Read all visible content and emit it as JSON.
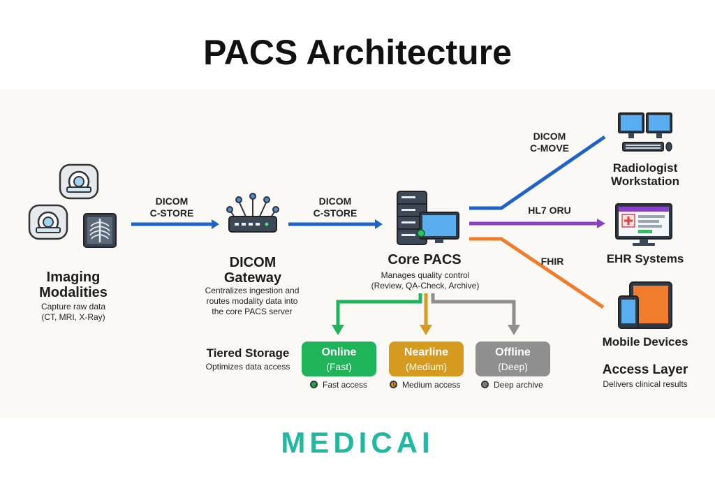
{
  "title": "PACS Architecture",
  "modalities": {
    "name_line1": "Imaging",
    "name_line2": "Modalities",
    "desc_line1": "Capture raw data",
    "desc_line2": "(CT, MRI, X-Ray)"
  },
  "link1": {
    "line1": "DICOM",
    "line2": "C-STORE"
  },
  "gateway": {
    "name_line1": "DICOM",
    "name_line2": "Gateway",
    "desc_line1": "Centralizes ingestion and",
    "desc_line2": "routes modality data into",
    "desc_line3": "the core PACS server"
  },
  "link2": {
    "line1": "DICOM",
    "line2": "C-STORE"
  },
  "core": {
    "name": "Core PACS",
    "desc_line1": "Manages quality control",
    "desc_line2": "(Review, QA-Check, Archive)"
  },
  "outputs": {
    "move_line1": "DICOM",
    "move_line2": "C-MOVE",
    "hl7": "HL7 ORU",
    "fhir": "FHIR"
  },
  "endpoints": {
    "radiologist_line1": "Radiologist",
    "radiologist_line2": "Workstation",
    "ehr": "EHR Systems",
    "mobile": "Mobile Devices"
  },
  "access_layer": {
    "title": "Access Layer",
    "desc": "Delivers clinical results"
  },
  "storage": {
    "title": "Tiered Storage",
    "desc": "Optimizes data access",
    "tiers": [
      {
        "name": "Online",
        "speed": "(Fast)",
        "note": "Fast access",
        "color": "#1fb35a"
      },
      {
        "name": "Nearline",
        "speed": "(Medium)",
        "note": "Medium access",
        "color": "#d59a1e"
      },
      {
        "name": "Offline",
        "speed": "(Deep)",
        "note": "Deep archive",
        "color": "#8f8f8f"
      }
    ]
  },
  "colors": {
    "blue": "#1f63c8",
    "purple": "#8a43c8",
    "orange": "#f07d2c",
    "green": "#1fb35a",
    "amber": "#d59a1e",
    "gray": "#8f8f8f",
    "brand": "#1fb8a0"
  },
  "icons": [
    "mri-scanner-icon",
    "xray-icon",
    "network-gateway-icon",
    "server-icon",
    "workstation-icon",
    "ehr-monitor-icon",
    "tablet-phone-icon",
    "clock-icon"
  ],
  "logo": "MEDICAI"
}
